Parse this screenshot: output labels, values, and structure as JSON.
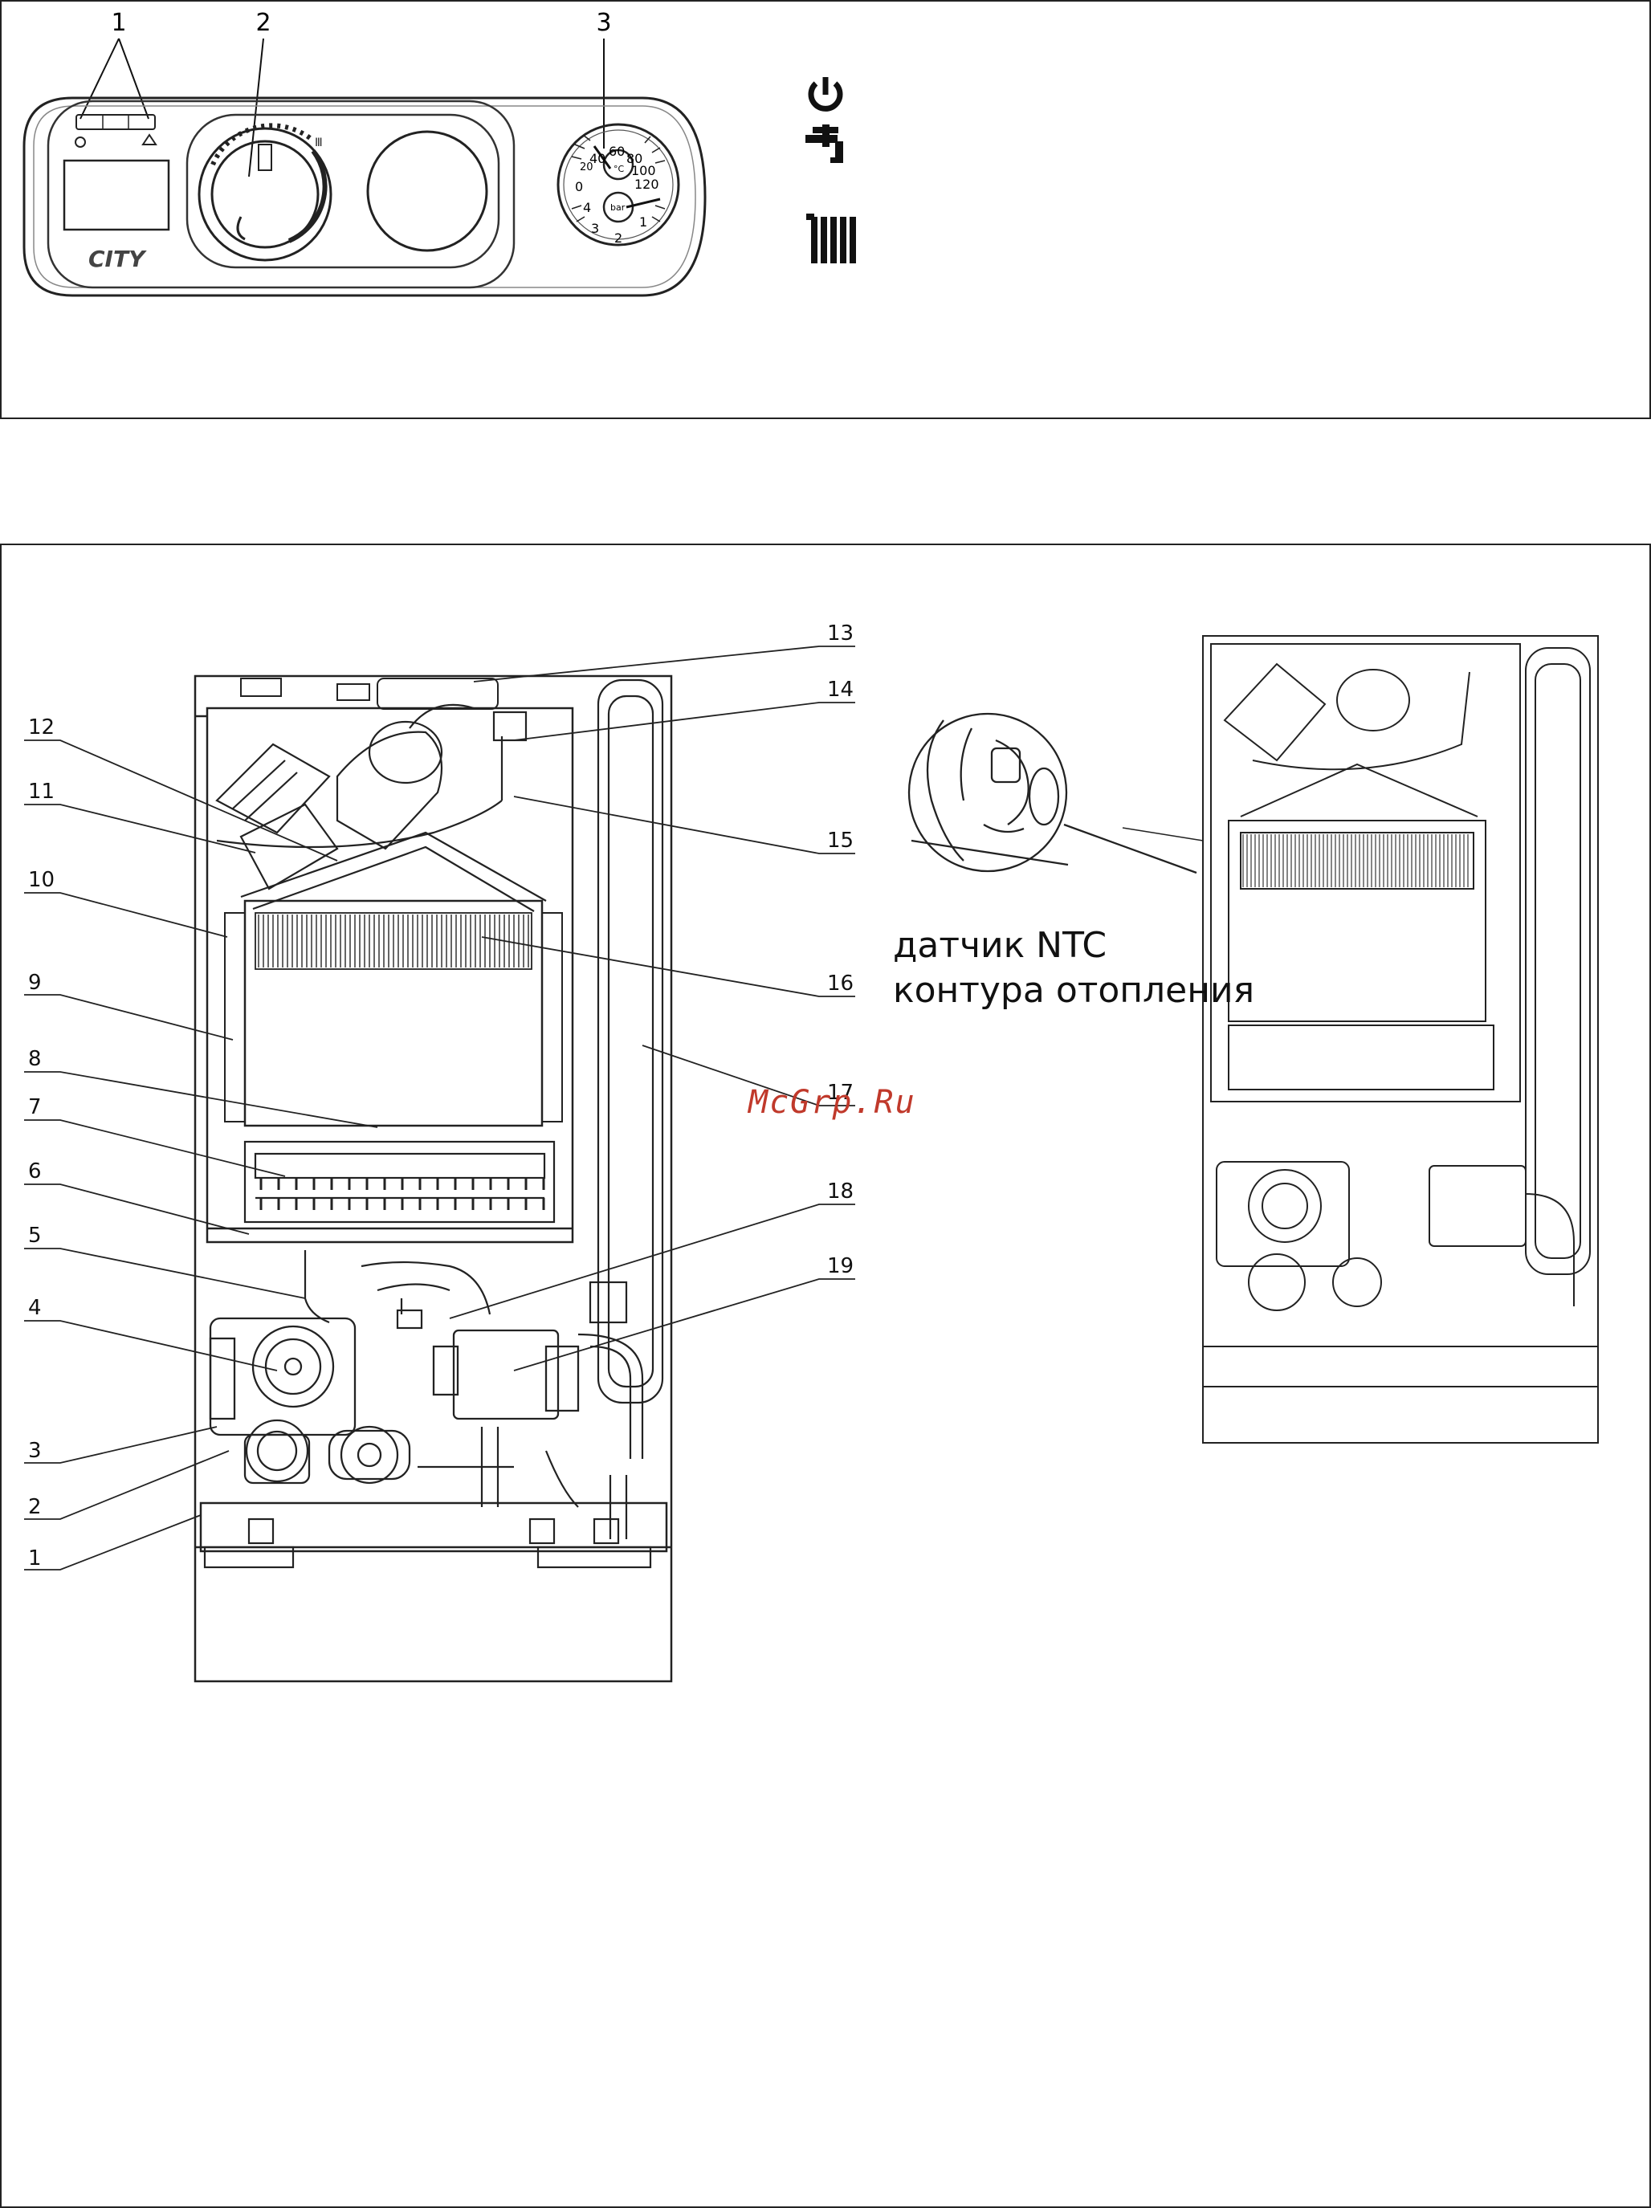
{
  "panel": {
    "callouts": [
      "1",
      "2",
      "3"
    ],
    "brand": "CITY",
    "gauge_numbers": [
      "0",
      "20",
      "40",
      "60",
      "80",
      "100",
      "120",
      "1",
      "2",
      "3",
      "4"
    ],
    "gauge_unit_top": "°C",
    "gauge_unit_bottom": "bar",
    "icons": [
      "power-icon",
      "tap-water-icon",
      "radiator-icon"
    ]
  },
  "main_diagram": {
    "left_labels": [
      "12",
      "11",
      "10",
      "9",
      "8",
      "7",
      "6",
      "5",
      "4",
      "3",
      "2",
      "1"
    ],
    "right_labels": [
      "13",
      "14",
      "15",
      "16",
      "17",
      "18",
      "19"
    ]
  },
  "detail": {
    "ntc_line1": "датчик NTC",
    "ntc_line2": "контура отопления"
  },
  "watermark": "McGrp.Ru"
}
